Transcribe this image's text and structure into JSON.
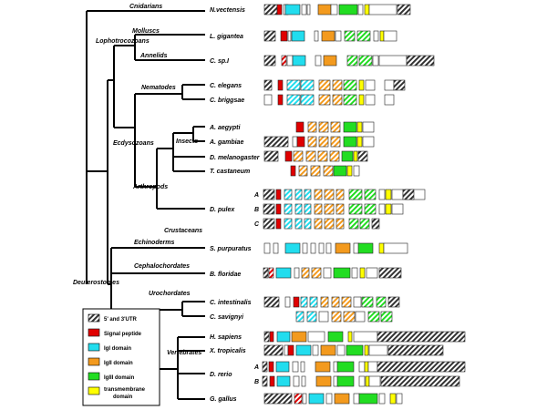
{
  "clades": {
    "cnidarians": "Cnidarians",
    "lophotrocozoans": "Lophotrocozoans",
    "molluscs": "Molluscs",
    "annelids": "Annelids",
    "nematodes": "Nematodes",
    "ecdysozoans": "Ecdysozoans",
    "insects": "Insects",
    "arthropods": "Arthropods",
    "crustaceans": "Crustaceans",
    "echinoderms": "Echinoderms",
    "cephalochordates": "Cephalochordates",
    "deuterostomes": "Deuterostomes",
    "urochordates": "Urochordates",
    "vertebrates": "Vertebrates"
  },
  "species": {
    "nvec": "N.vectensis",
    "lgig": "L. gigantea",
    "csp": "C. sp.I",
    "cele": "C. elegans",
    "cbri": "C. briggsae",
    "aaeg": "A. aegypti",
    "agam": "A. gambiae",
    "dmel": "D. melanogaster",
    "tcas": "T. castaneum",
    "dpul": "D. pulex",
    "spur": "S. purpuratus",
    "bflo": "B. floridae",
    "cint": "C. intestinalis",
    "csav": "C. savignyi",
    "hsap": "H. sapiens",
    "xtro": "X. tropicalis",
    "drer": "D. rerio",
    "ggal": "G. gallus"
  },
  "isoforms": {
    "a": "A",
    "b": "B",
    "c": "C"
  },
  "legend": {
    "utr": "5' and 3'UTR",
    "sp": "Signal peptide",
    "igI": "IgI domain",
    "igII": "IgII domain",
    "igIII": "IgIII domain",
    "tm1": "transmembrane",
    "tm2": "domain"
  },
  "colors": {
    "utr": "#333333",
    "signal_peptide": "#e00000",
    "igI": "#22ddee",
    "igII": "#f39a1e",
    "igIII": "#22dd22",
    "transmembrane": "#ffff00"
  }
}
